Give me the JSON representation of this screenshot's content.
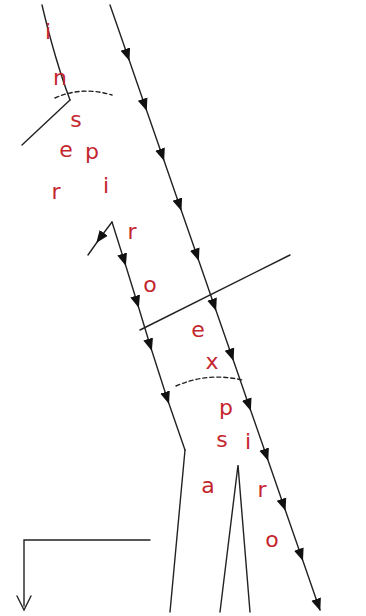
{
  "diagram": {
    "labels": [
      "i",
      "n",
      "s",
      "e",
      "p",
      "r",
      "i",
      "r",
      "o",
      "e",
      "x",
      "p",
      "s",
      "i",
      "a",
      "r",
      "o"
    ]
  }
}
